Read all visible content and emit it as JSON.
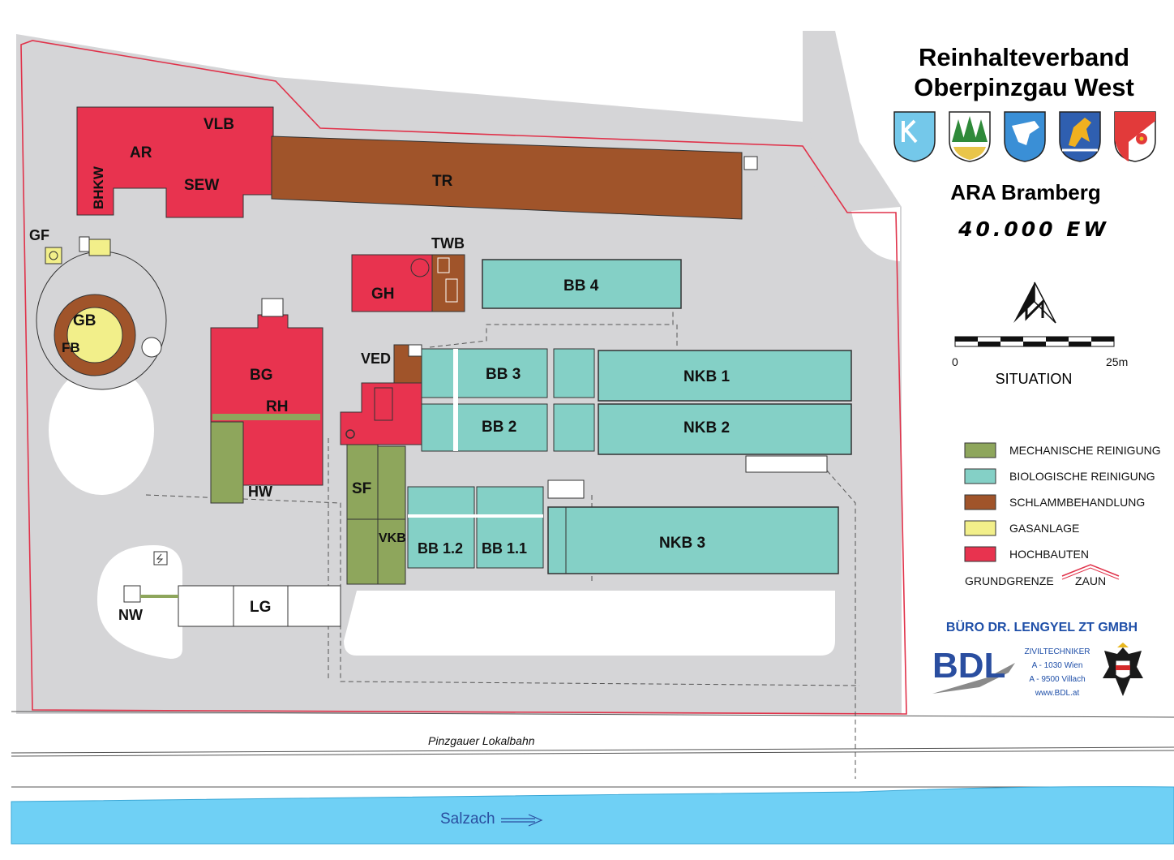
{
  "header": {
    "org_line1": "Reinhalteverband",
    "org_line2": "Oberpinzgau West",
    "plant_name": "ARA Bramberg",
    "capacity": "40.000 EW"
  },
  "crests": [
    "crest-k-icon",
    "crest-trees-icon",
    "crest-goat-icon",
    "crest-horse-icon",
    "crest-rose-icon"
  ],
  "scale": {
    "start": "0",
    "end": "25m",
    "caption": "SITUATION"
  },
  "legend": {
    "items": [
      {
        "label": "MECHANISCHE REINIGUNG",
        "color": "#8ea65c"
      },
      {
        "label": "BIOLOGISCHE REINIGUNG",
        "color": "#84d0c6"
      },
      {
        "label": "SCHLAMMBEHANDLUNG",
        "color": "#a0542a"
      },
      {
        "label": "GASANLAGE",
        "color": "#f2ef8a"
      },
      {
        "label": "HOCHBAUTEN",
        "color": "#e8334f"
      }
    ],
    "boundary": "GRUNDGRENZE",
    "fence": "ZAUN"
  },
  "firm": {
    "name": "BÜRO DR. LENGYEL ZT GMBH",
    "logo": "BDL",
    "title": "ZIVILTECHNIKER",
    "addr1": "A - 1030 Wien",
    "addr2": "A - 9500 Villach",
    "web": "www.BDL.at"
  },
  "labels": {
    "VLB": "VLB",
    "AR": "AR",
    "SEW": "SEW",
    "BHKW": "BHKW",
    "TR": "TR",
    "GF": "GF",
    "TWB": "TWB",
    "GH": "GH",
    "BB4": "BB 4",
    "GB": "GB",
    "FB": "FB",
    "BG": "BG",
    "RH": "RH",
    "VED": "VED",
    "BB3": "BB 3",
    "BB2": "BB 2",
    "NKB1": "NKB 1",
    "NKB2": "NKB 2",
    "NKB3": "NKB 3",
    "HW": "HW",
    "SF": "SF",
    "VKB": "VKB",
    "BB12": "BB 1.2",
    "BB11": "BB 1.1",
    "NW": "NW",
    "LG": "LG"
  },
  "railway": "Pinzgauer Lokalbahn",
  "river": "Salzach"
}
